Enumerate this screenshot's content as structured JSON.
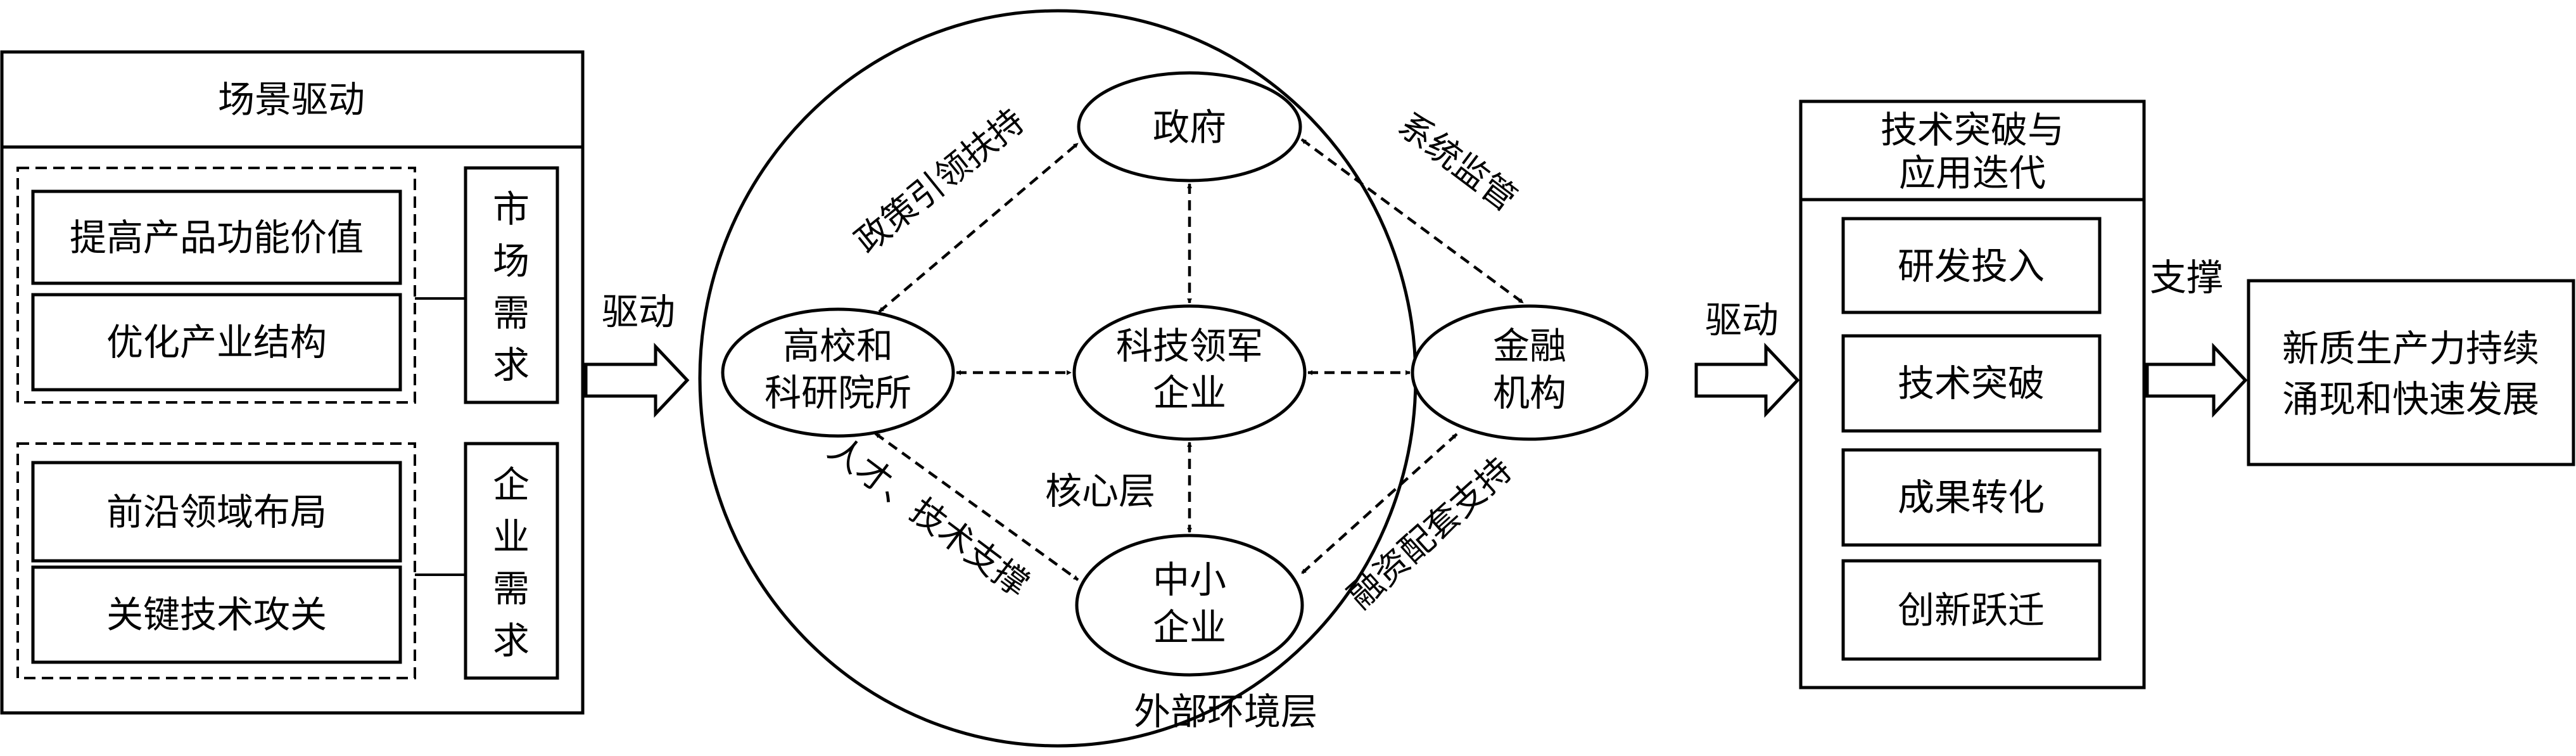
{
  "scene": {
    "title": "场景驱动",
    "market_group": {
      "items": [
        "提高产品功能价值",
        "优化产业结构"
      ],
      "side": [
        "市",
        "场",
        "需",
        "求"
      ]
    },
    "enterprise_group": {
      "items": [
        "前沿领域布局",
        "关键技术攻关"
      ],
      "side": [
        "企",
        "业",
        "需",
        "求"
      ]
    }
  },
  "arrows": {
    "drive_left": "驱动",
    "drive_right": "驱动",
    "support": "支撑"
  },
  "ecosystem": {
    "nodes": {
      "government": [
        "政府"
      ],
      "universities": [
        "高校和",
        "科研院所"
      ],
      "leader": [
        "科技领军",
        "企业"
      ],
      "finance": [
        "金融",
        "机构"
      ],
      "sme": [
        "中小",
        "企业"
      ]
    },
    "relations": {
      "policy": "政策引领扶持",
      "supervision": "系统监管",
      "talent": "人才、技术支撑",
      "financing": "融资配套支持"
    },
    "core_label": "核心层",
    "outer_label": "外部环境层"
  },
  "tech": {
    "title_lines": [
      "技术突破与",
      "应用迭代"
    ],
    "items": [
      "研发投入",
      "技术突破",
      "成果转化",
      "创新跃迁"
    ]
  },
  "outcome": {
    "lines": [
      "新质生产力持续",
      "涌现和快速发展"
    ]
  }
}
